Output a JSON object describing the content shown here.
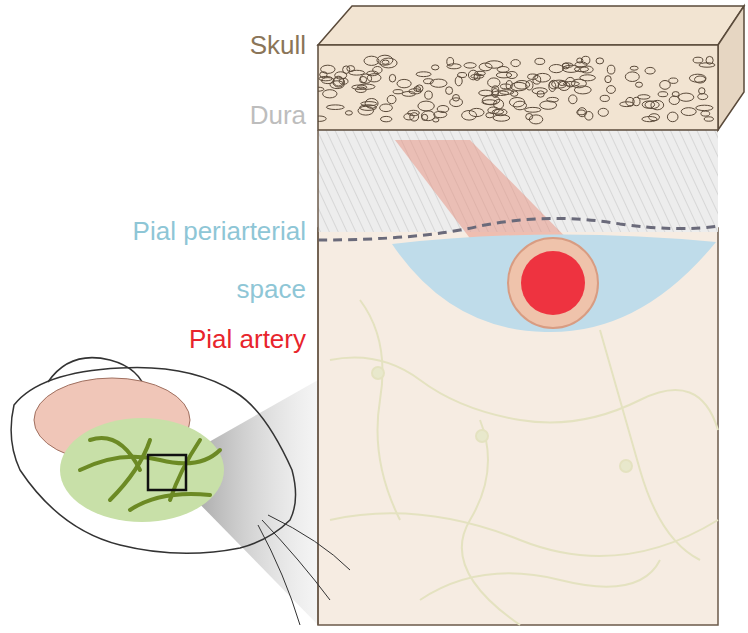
{
  "diagram": {
    "labels": [
      "Skull",
      "Dura",
      "Pial periarterial space",
      "Pial artery"
    ]
  }
}
